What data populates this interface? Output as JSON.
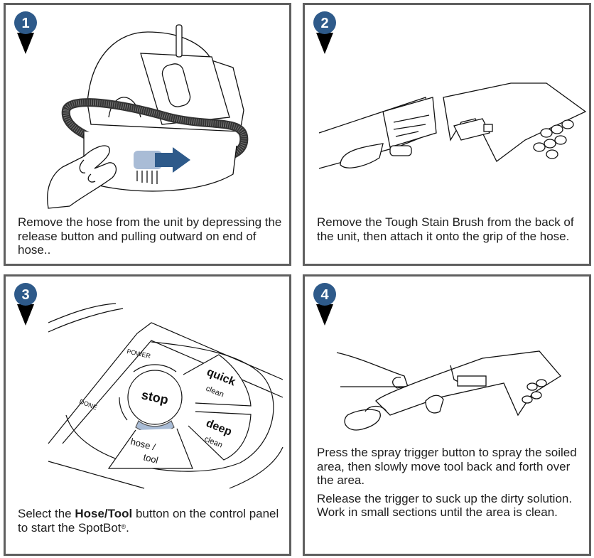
{
  "colors": {
    "badge_fill": "#2e5a8a",
    "panel_border": "#5f5f5f",
    "highlight_blue": "#a9bcd6",
    "arrow_blue": "#2e5a8a"
  },
  "steps": [
    {
      "number": "1",
      "caption": "Remove the hose from the unit by depressing the release button and pulling outward on end of hose.."
    },
    {
      "number": "2",
      "caption": "Remove the Tough Stain Brush from the back of the unit, then attach it onto the grip of the hose."
    },
    {
      "number": "3",
      "caption_pre": "Select the ",
      "caption_bold": "Hose/Tool",
      "caption_post": " button on the control panel to start the SpotBot",
      "caption_mark": "®",
      "caption_end": ".",
      "panel_labels": {
        "power": "POWER",
        "done": "DONE",
        "stop": "stop",
        "quick": "quick",
        "quick_sub": "clean",
        "deep": "deep",
        "deep_sub": "clean",
        "hose": "hose /",
        "tool": "tool"
      }
    },
    {
      "number": "4",
      "caption_1": "Press the spray trigger button to spray the soiled area, then slowly move tool back and forth over the area.",
      "caption_2": "Release the trigger to suck up the dirty solution. Work in small sections until the area is clean."
    }
  ]
}
